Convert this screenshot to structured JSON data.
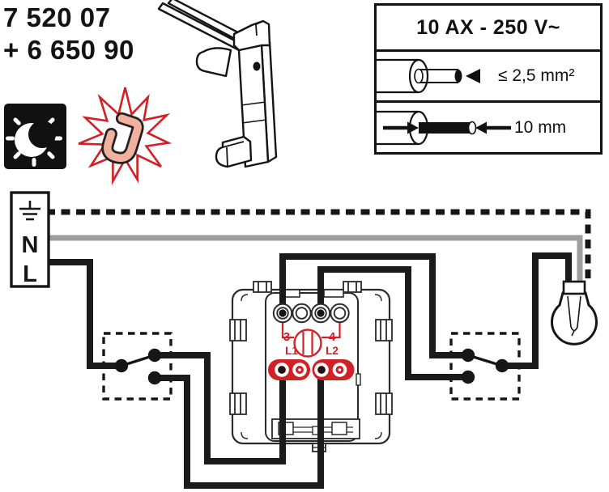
{
  "header": {
    "product_codes": {
      "line1": "7 520 07",
      "line2": "+ 6 650 90"
    },
    "spec_box": {
      "rating": "10 AX - 250 V~",
      "conductor_size": "≤ 2,5 mm²",
      "strip_length": "10 mm"
    }
  },
  "icons": {
    "night_light": "moon-with-rays",
    "claw_highlight": "claw-in-red-starburst",
    "claw_illustration": "mounting-claw-with-two-prongs",
    "lamp": "light-bulb",
    "earth": "earth-symbol"
  },
  "diagram": {
    "supply_labels": {
      "neutral": "N",
      "live": "L"
    },
    "mechanism_labels": {
      "terminal_3": "3",
      "terminal_4": "4",
      "terminal_l1": "L1",
      "terminal_l2": "L2"
    },
    "wires": {
      "earth_style": "dashed-black",
      "neutral_style": "solid-gray",
      "live_style": "solid-black"
    }
  },
  "colors": {
    "wire_black": "#1b1b1b",
    "wire_neutral_gray": "#9d9d9d",
    "terminal_red": "#d22027",
    "claw_fill": "#f2b19f"
  }
}
